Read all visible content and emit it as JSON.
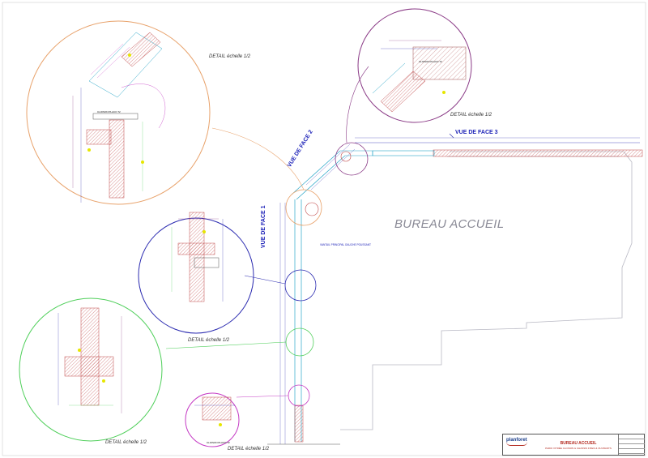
{
  "drawing": {
    "room_label": "BUREAU ACCUEIL",
    "views": {
      "face1": "VUE DE FACE 1",
      "face2": "VUE DE FACE 2",
      "face3": "VUE DE FACE 3"
    },
    "details": {
      "d1": "DETAIL échelle 1/2",
      "d2": "DETAIL échelle 1/2",
      "d3": "DETAIL échelle 1/2",
      "d4": "DETAIL échelle 1/2",
      "d5": "DETAIL échelle 1/2"
    },
    "labels": {
      "cloison1": "CLOISON PLACO 72",
      "cloison2": "CLOISON PLACO 72",
      "cloison3": "CLOISON PLACO 72"
    },
    "note": "VANTAIL PRINCIPAL GAUCHE POUSSANT"
  },
  "cartouche": {
    "brand": "planforet",
    "title": "BUREAU ACCUEIL",
    "subtitle": "PAROI VITRÉE CLOISON & CHASSIS FIXES & OUVRANTS"
  },
  "colors": {
    "orange": "#e8a26b",
    "purple": "#8a3a86",
    "blue": "#2a2ab0",
    "green": "#4fcf5a",
    "magenta": "#c43ac4",
    "grey": "#9a9aa8",
    "cyan": "#2aa6c8",
    "hatch": "#c04848"
  }
}
